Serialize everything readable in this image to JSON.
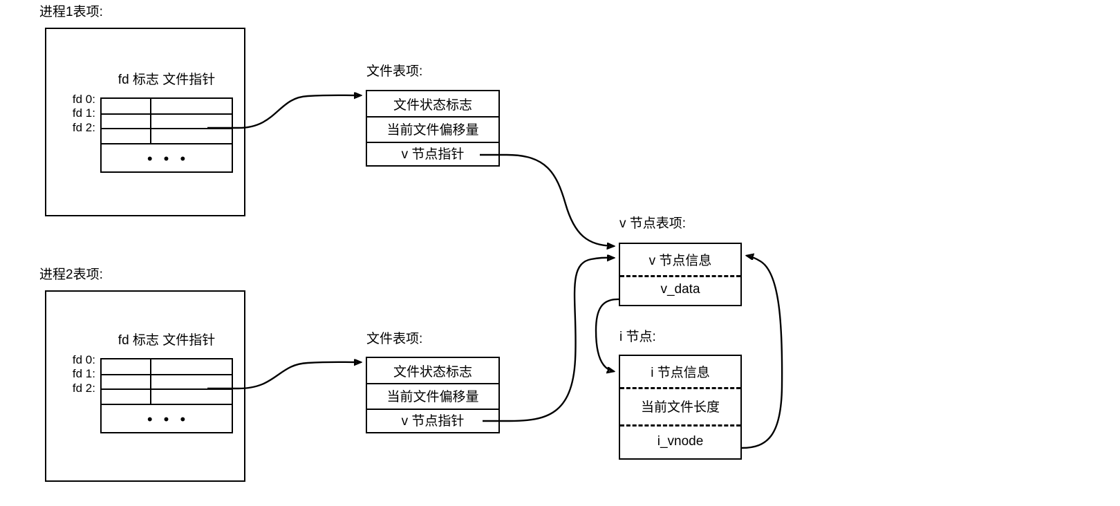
{
  "diagram": {
    "title": "open file kernel data structures",
    "stroke_color": "#000000",
    "background_color": "#ffffff"
  },
  "processes": [
    {
      "caption": "进程1表项:",
      "table": {
        "headers": [
          "fd 标志",
          "文件指针"
        ],
        "header_text": "fd 标志  文件指针",
        "row_labels": [
          "fd 0:",
          "fd 1:",
          "fd 2:"
        ],
        "rows": [
          {
            "flag": "",
            "pointer": ""
          },
          {
            "flag": "",
            "pointer": ""
          },
          {
            "flag": "",
            "pointer": ""
          }
        ],
        "ellipsis": "• • •"
      }
    },
    {
      "caption": "进程2表项:",
      "table": {
        "headers": [
          "fd 标志",
          "文件指针"
        ],
        "header_text": "fd 标志  文件指针",
        "row_labels": [
          "fd 0:",
          "fd 1:",
          "fd 2:"
        ],
        "rows": [
          {
            "flag": "",
            "pointer": ""
          },
          {
            "flag": "",
            "pointer": ""
          },
          {
            "flag": "",
            "pointer": ""
          }
        ],
        "ellipsis": "• • •"
      }
    }
  ],
  "file_tables": [
    {
      "caption": "文件表项:",
      "cells": [
        "文件状态标志",
        "当前文件偏移量",
        "v 节点指针"
      ]
    },
    {
      "caption": "文件表项:",
      "cells": [
        "文件状态标志",
        "当前文件偏移量",
        "v 节点指针"
      ]
    }
  ],
  "vnode": {
    "caption": "v 节点表项:",
    "cells": [
      "v 节点信息",
      "v_data"
    ]
  },
  "inode": {
    "caption": "i 节点:",
    "cells": [
      "i 节点信息",
      "当前文件长度",
      "i_vnode"
    ]
  }
}
